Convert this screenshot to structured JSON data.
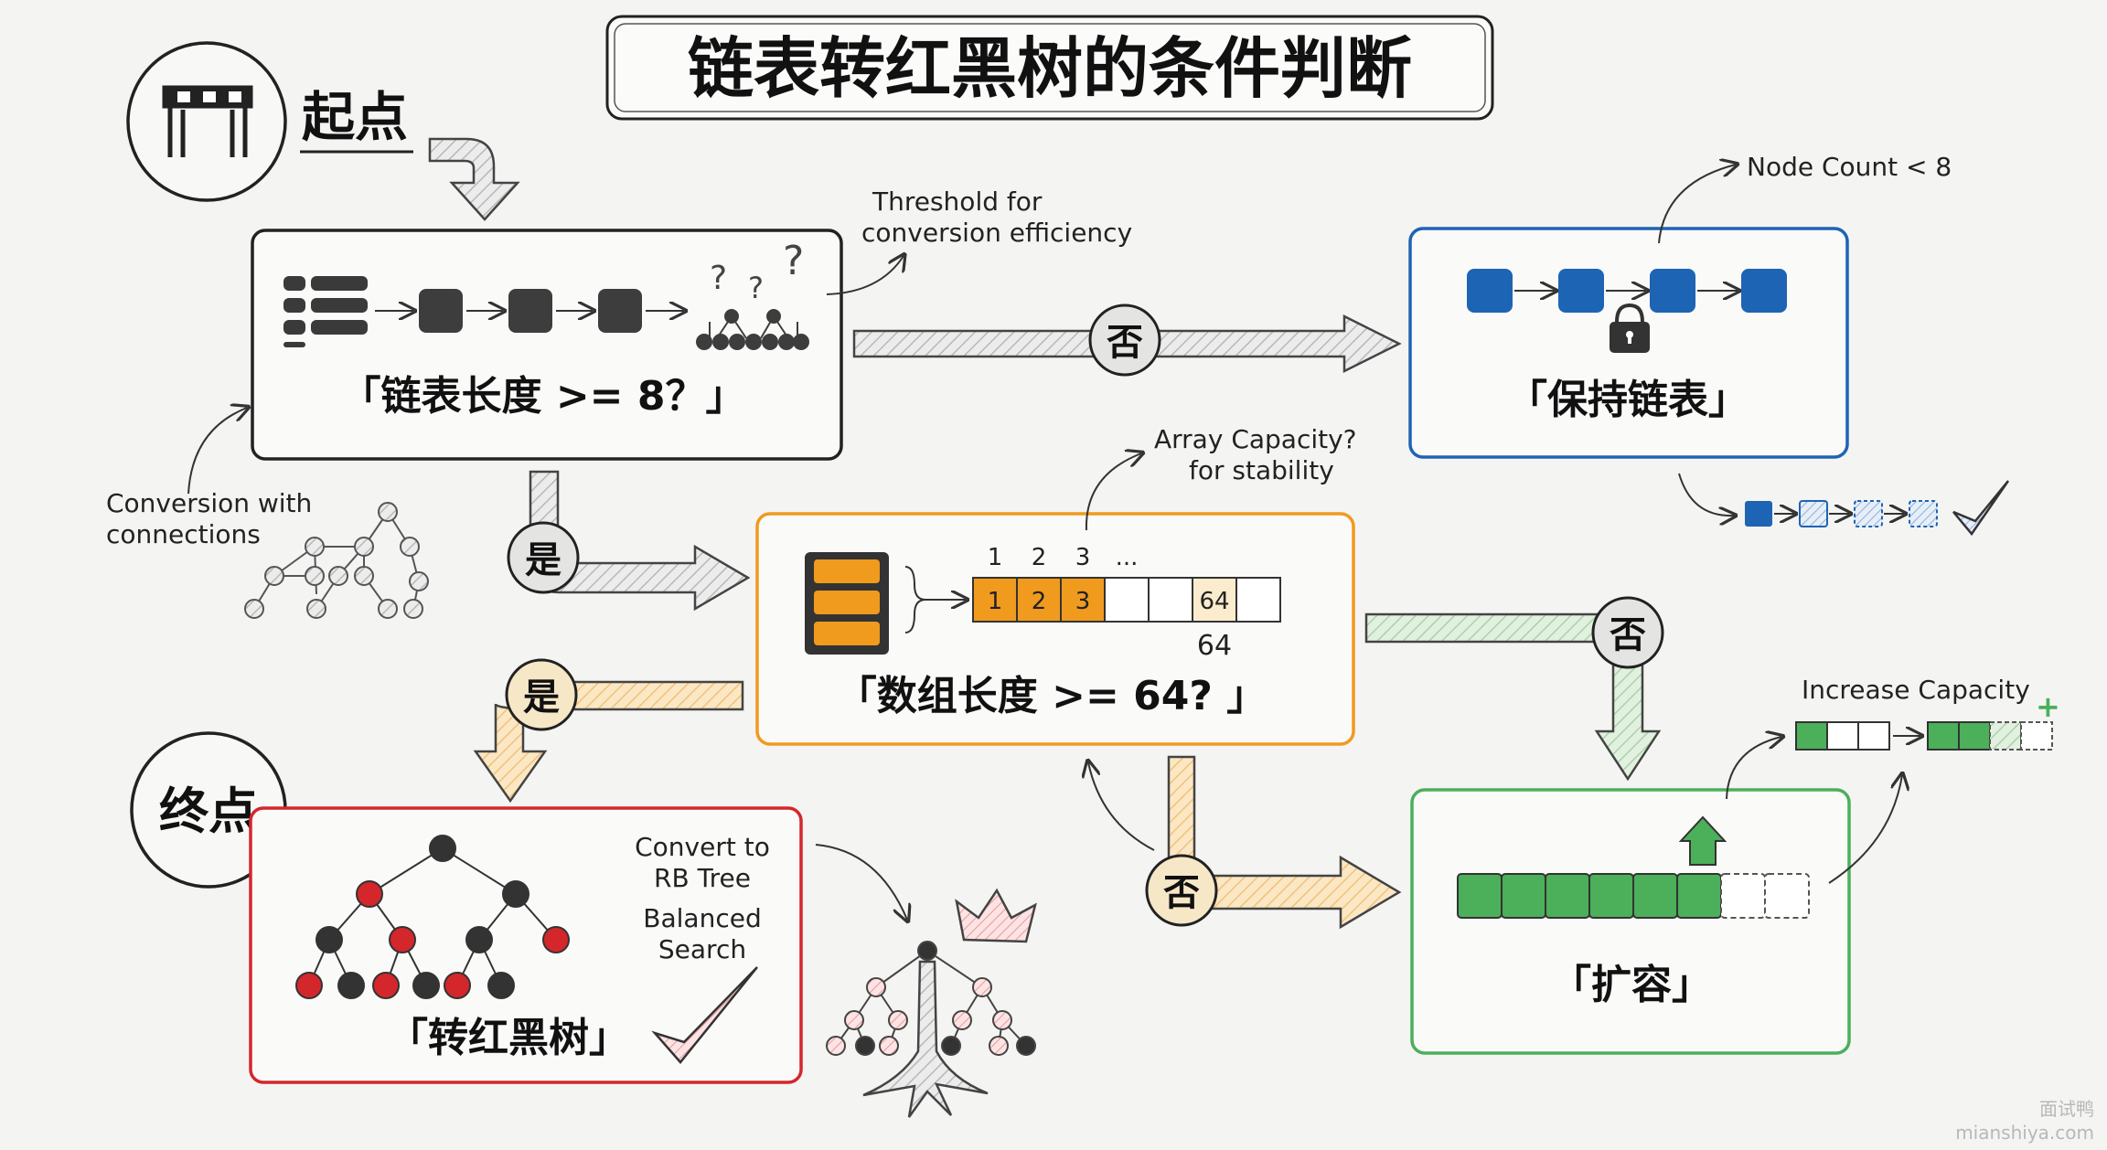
{
  "title": "链表转红黑树的条件判断",
  "start_label": "起点",
  "end_label": "终点",
  "box_check_list": {
    "label": "「链表长度 >= 8？」"
  },
  "box_keep_list": {
    "label": "「保持链表」"
  },
  "box_check_array": {
    "label": "「数组长度 >= 64? 」"
  },
  "box_convert": {
    "label": "「转红黑树」"
  },
  "box_resize": {
    "label": "「扩容」"
  },
  "decision_yes": "是",
  "decision_no": "否",
  "notes": {
    "threshold_1": "Threshold for",
    "threshold_2": "conversion efficiency",
    "node_count": "Node Count < 8",
    "conversion_1": "Conversion with",
    "conversion_2": "connections",
    "array_capacity_1": "Array Capacity?",
    "array_capacity_2": "for stability",
    "increase_capacity": "Increase Capacity",
    "convert_rb_1": "Convert to",
    "convert_rb_2": "RB Tree",
    "balanced_1": "Balanced",
    "balanced_2": "Search"
  },
  "array_strip": {
    "index_labels": [
      "1",
      "2",
      "3",
      "..."
    ],
    "cells": [
      "1",
      "2",
      "3",
      "",
      "",
      "64",
      ""
    ],
    "below_label": "64"
  },
  "watermark": {
    "line1": "面试鸭",
    "line2": "mianshiya.com"
  },
  "colors": {
    "blue": "#1e64b4",
    "orange": "#f09a1e",
    "green": "#4caf5a",
    "red": "#d3272b",
    "dark": "#333333"
  }
}
